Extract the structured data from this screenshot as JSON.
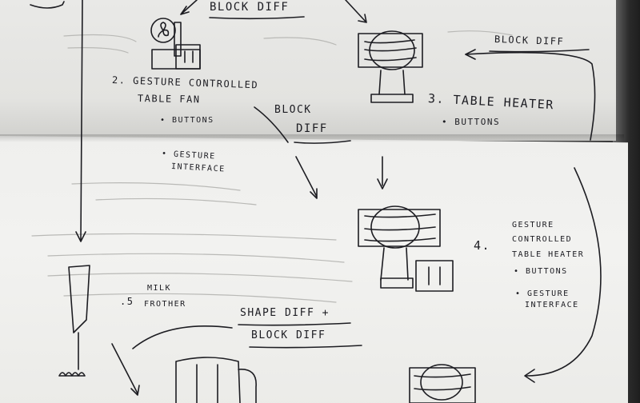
{
  "labels": {
    "block_diff_top": "BLOCK DIFF",
    "block_diff_right": "BLOCK DIFF",
    "block_diff_mid_line1": "BLOCK",
    "block_diff_mid_line2": "DIFF",
    "item2_title": "2. GESTURE CONTROLLED",
    "item2_subtitle": "TABLE FAN",
    "item2_bullet1": "• BUTTONS",
    "item2_bullet2_line1": "• GESTURE",
    "item2_bullet2_line2": "INTERFACE",
    "item3_title": "3. TABLE HEATER",
    "item3_bullet1": "• BUTTONS",
    "item4_number": "4.",
    "item4_line1": "GESTURE",
    "item4_line2": "CONTROLLED",
    "item4_line3": "TABLE HEATER",
    "item4_bullet1": "• BUTTONS",
    "item4_bullet2_line1": "• GESTURE",
    "item4_bullet2_line2": "INTERFACE",
    "item5_number": ".5",
    "item5_line1": "MILK",
    "item5_line2": "FROTHER",
    "shape_diff_line1": "SHAPE DIFF +",
    "shape_diff_line2": "BLOCK DIFF"
  },
  "colors": {
    "ink": "#1d1d22",
    "paper": "#eeeeec",
    "background": "#2b2b2b"
  }
}
